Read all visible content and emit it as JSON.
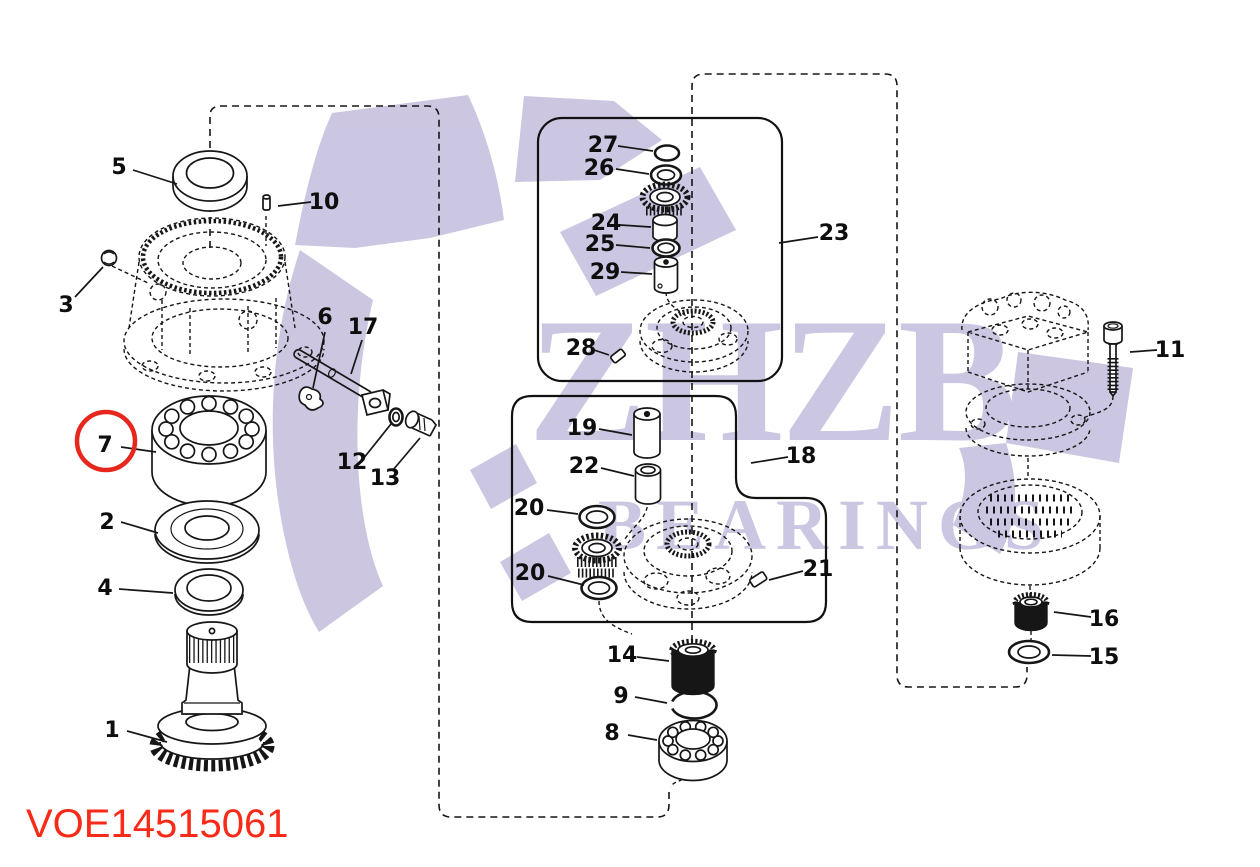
{
  "figure": {
    "part_code": "VOE14515061"
  },
  "watermark": {
    "brand": "ZHZB",
    "tagline": "BEARINGS"
  },
  "colors": {
    "highlight_circle_red": "#e7271d",
    "part_code_red": "#fa2a18",
    "watermark_lavender": "#c6c0de",
    "line_black": "#161616",
    "background": "#ffffff"
  },
  "highlighted_callout": "7",
  "callouts": {
    "1": "1",
    "2": "2",
    "3": "3",
    "4": "4",
    "5": "5",
    "6": "6",
    "7": "7",
    "8": "8",
    "9": "9",
    "10": "10",
    "11": "11",
    "12": "12",
    "13": "13",
    "14": "14",
    "15": "15",
    "16": "16",
    "17": "17",
    "18": "18",
    "19": "19",
    "20": "20",
    "21": "21",
    "22": "22",
    "23": "23",
    "24": "24",
    "25": "25",
    "26": "26",
    "27": "27",
    "28": "28",
    "29": "29"
  }
}
